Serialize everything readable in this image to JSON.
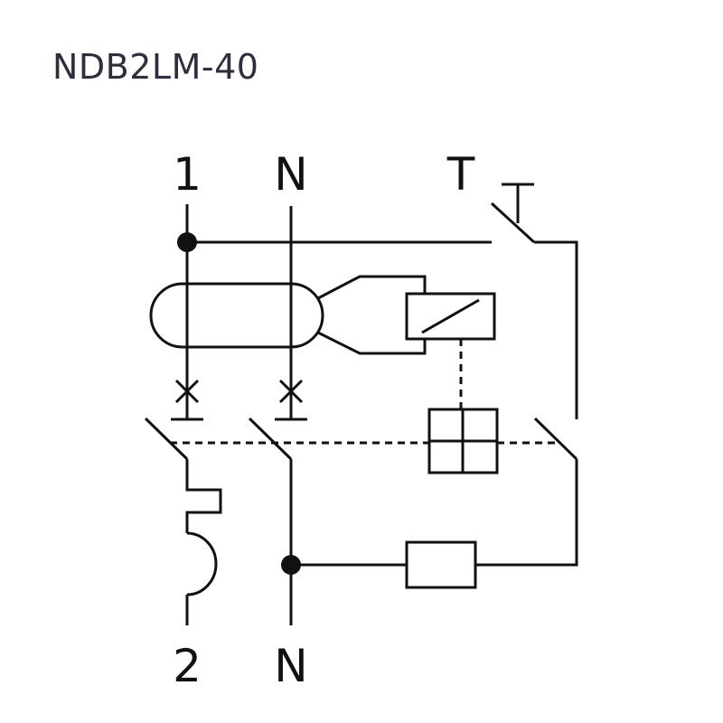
{
  "title": "NDB2LM-40",
  "terminals": {
    "top_line": "1",
    "top_neutral": "N",
    "test": "T",
    "bottom_line": "2",
    "bottom_neutral": "N"
  },
  "colors": {
    "line": "#111111",
    "title": "#2b2f3e",
    "background": "#ffffff"
  }
}
